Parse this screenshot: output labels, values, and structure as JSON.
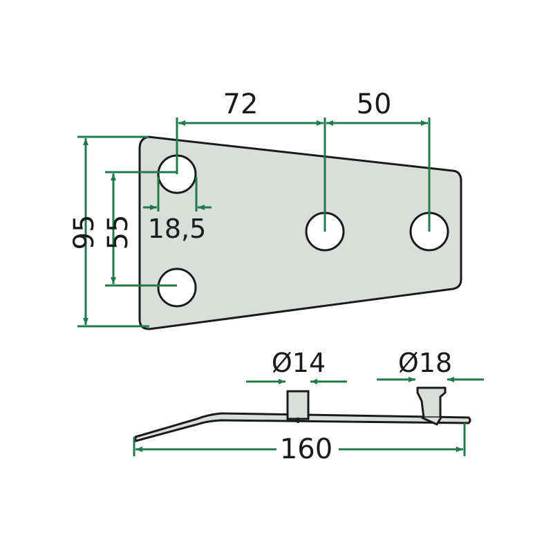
{
  "drawing": {
    "colors": {
      "dimension": "#1e7a4a",
      "plate_fill": "#d9dedb",
      "outline": "#1a1a1a",
      "text": "#1a1a1a"
    },
    "dimensions": {
      "hole_spacing_a": "72",
      "hole_spacing_b": "50",
      "total_height": "95",
      "hole_vertical_spacing": "55",
      "hole_edge_offset": "18,5",
      "stud_diameter_small": "Ø14",
      "stud_diameter_large": "Ø18",
      "total_length": "160"
    }
  }
}
